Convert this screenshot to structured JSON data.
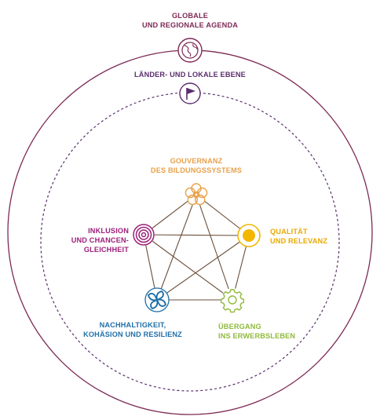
{
  "outer_ring": {
    "title_lines": [
      "GLOBALE",
      "UND REGIONALE AGENDA"
    ],
    "icon": "globe-icon",
    "color": "#7d2a55"
  },
  "inner_ring": {
    "title": "LÄNDER- UND LOKALE EBENE",
    "icon": "flag-icon",
    "color": "#5b2d6e"
  },
  "nodes": {
    "governance": {
      "lines": [
        "GOUVERNANZ",
        "DES BILDUNGSSYSTEMS"
      ],
      "icon": "flower-icon",
      "color": "#e8a14a"
    },
    "quality": {
      "lines": [
        "QUALITÄT",
        "UND RELEVANZ"
      ],
      "icon": "sun-circle-icon",
      "color": "#f2b700"
    },
    "transition": {
      "lines": [
        "ÜBERGANG",
        "INS ERWERBSLEBEN"
      ],
      "icon": "gear-icon",
      "color": "#8fba3c"
    },
    "sustainability": {
      "lines": [
        "NACHHALTIGKEIT,",
        "KOHÄSION UND RESILIENZ"
      ],
      "icon": "pinwheel-icon",
      "color": "#1f6fa8"
    },
    "inclusion": {
      "lines": [
        "INKLUSION",
        "UND CHANCEN-",
        "GLEICHHEIT"
      ],
      "icon": "concentric-circles-icon",
      "color": "#9c1f7a"
    }
  },
  "edge_color": "#6b4f3a"
}
